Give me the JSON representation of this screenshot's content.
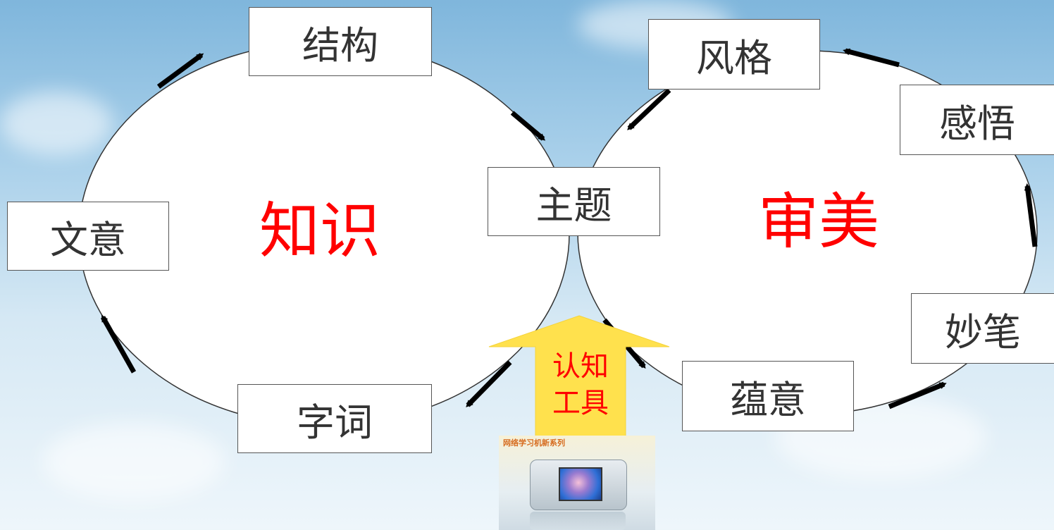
{
  "diagram": {
    "left_circle_label": "知识",
    "right_circle_label": "审美",
    "nodes": {
      "jiegou": "结构",
      "wenyi": "文意",
      "zici": "字词",
      "zhuti": "主题",
      "fengge": "风格",
      "ganwu": "感悟",
      "miaobi": "妙笔",
      "yunyi": "蕴意"
    },
    "tool_arrow": {
      "line1": "认知",
      "line2": "工具",
      "fill_color": "#ffe14d"
    },
    "device_image": {
      "caption": "网络学习机新系列"
    },
    "colors": {
      "label_red": "#ff0000",
      "box_border": "#555555",
      "arrow_black": "#000000"
    }
  }
}
